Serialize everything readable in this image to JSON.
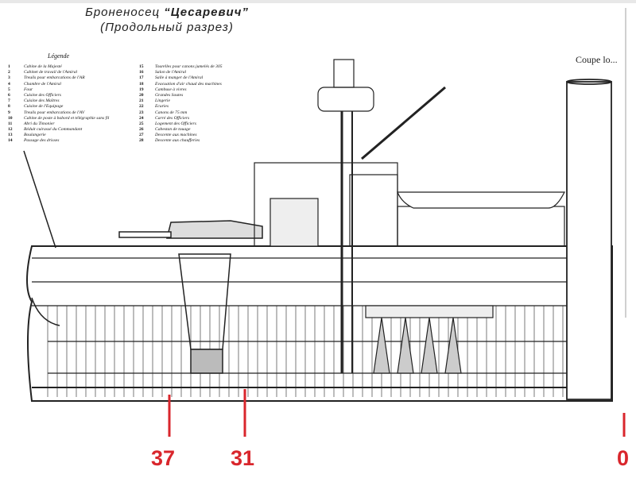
{
  "title": {
    "line1_prefix": "Броненосец ",
    "line1_name": "“Цесаревич”",
    "line2": "(Продольный разрез)"
  },
  "legend": {
    "heading": "Légende",
    "left": [
      {
        "n": "1",
        "t": "Cabine de la Majesté"
      },
      {
        "n": "2",
        "t": "Cabinet de travail de l'Amiral"
      },
      {
        "n": "3",
        "t": "Treuils pour embarcations de l'AR"
      },
      {
        "n": "4",
        "t": "Chambre de l'Amiral"
      },
      {
        "n": "5",
        "t": "Four"
      },
      {
        "n": "6",
        "t": "Cuisine des Officiers"
      },
      {
        "n": "7",
        "t": "Cuisine des Maîtres"
      },
      {
        "n": "8",
        "t": "Cuisine de l'Équipage"
      },
      {
        "n": "9",
        "t": "Treuils pour embarcations de l'AV"
      },
      {
        "n": "10",
        "t": "Cabine de poste à babord et télégraphie sans fil"
      },
      {
        "n": "11",
        "t": "Abri du Timonier"
      },
      {
        "n": "12",
        "t": "Réduit cuirassé du Commandant"
      },
      {
        "n": "13",
        "t": "Boulangerie"
      },
      {
        "n": "14",
        "t": "Passage des drisses"
      }
    ],
    "right": [
      {
        "n": "15",
        "t": "Tourelles pour canons jumelés de 305"
      },
      {
        "n": "16",
        "t": "Salon de l'Amiral"
      },
      {
        "n": "17",
        "t": "Salle à manger de l'Amiral"
      },
      {
        "n": "18",
        "t": "Évacuation d'air chaud des machines"
      },
      {
        "n": "19",
        "t": "Cambuse à vivres"
      },
      {
        "n": "20",
        "t": "Grandes Soutes"
      },
      {
        "n": "21",
        "t": "Lingerie"
      },
      {
        "n": "22",
        "t": "Écuries"
      },
      {
        "n": "23",
        "t": "Canons de 75 mm"
      },
      {
        "n": "24",
        "t": "Carré des Officiers"
      },
      {
        "n": "25",
        "t": "Logement des Officiers"
      },
      {
        "n": "26",
        "t": "Cabestan de touage"
      },
      {
        "n": "27",
        "t": "Descente aux machines"
      },
      {
        "n": "28",
        "t": "Descente aux chaufferies"
      }
    ]
  },
  "coupe_label": "Coupe lo...",
  "frame_markers": [
    "37",
    "31",
    "0"
  ],
  "marker_color": "#d9262c"
}
